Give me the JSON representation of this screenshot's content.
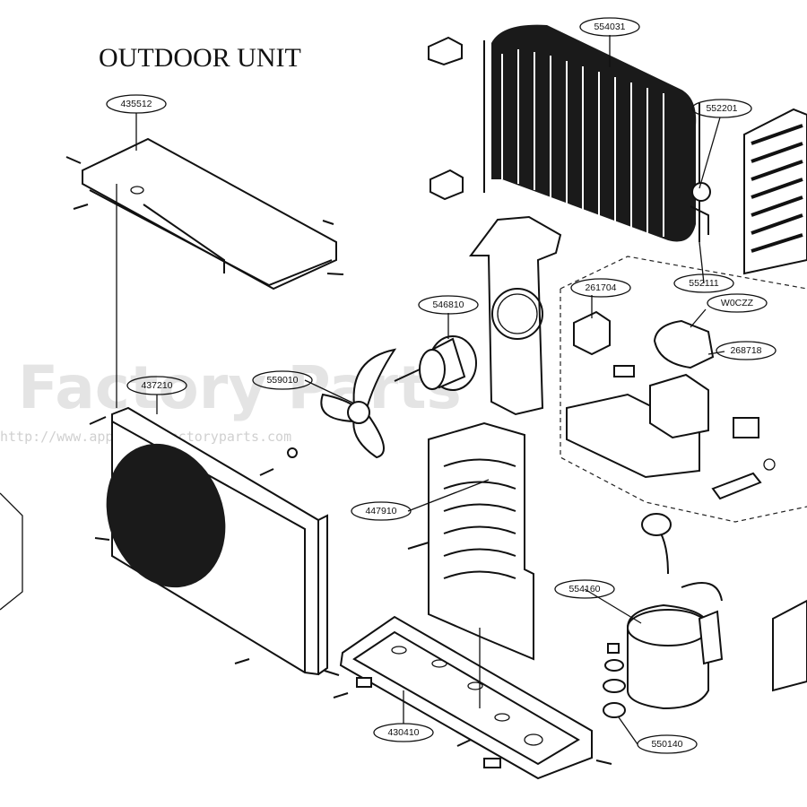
{
  "title": "OUTDOOR UNIT",
  "watermark": {
    "text": "Factory Parts",
    "url": "http://www.appliancefactoryparts.com"
  },
  "part_labels": [
    {
      "id": "top-cover",
      "number": "435512"
    },
    {
      "id": "condenser-coil",
      "number": "554031"
    },
    {
      "id": "sensor-clip",
      "number": "552201"
    },
    {
      "id": "sensor-wire",
      "number": "552111"
    },
    {
      "id": "capacitor",
      "number": "W0CZZ"
    },
    {
      "id": "terminal-block",
      "number": "261704"
    },
    {
      "id": "capacitor-bracket",
      "number": "268718"
    },
    {
      "id": "fan-motor",
      "number": "546810"
    },
    {
      "id": "fan-blade",
      "number": "559010"
    },
    {
      "id": "front-grille",
      "number": "437210"
    },
    {
      "id": "motor-bracket",
      "number": "447910"
    },
    {
      "id": "compressor",
      "number": "554160"
    },
    {
      "id": "base-pan",
      "number": "430410"
    },
    {
      "id": "rubber-mount",
      "number": "550140"
    }
  ],
  "colors": {
    "line": "#111111",
    "background": "#ffffff",
    "watermark": "#cfcfcf"
  }
}
